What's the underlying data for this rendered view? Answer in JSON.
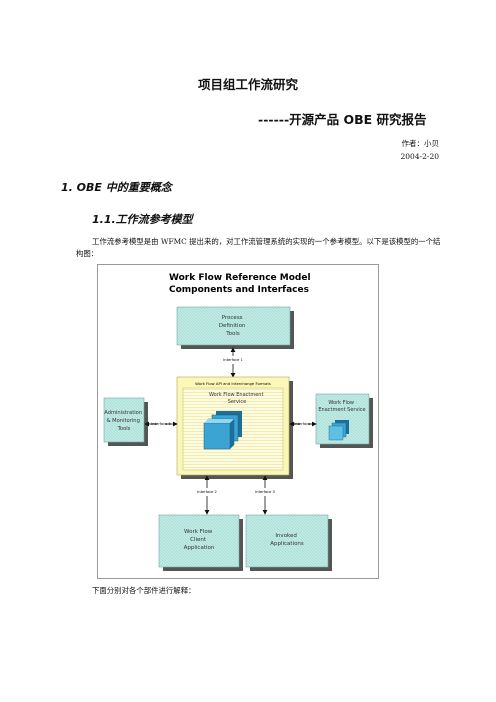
{
  "doc": {
    "title": "项目组工作流研究",
    "subtitle": "------开源产品 OBE 研究报告",
    "author": "作者：小贝",
    "date": "2004-2-20",
    "section1": "1.  OBE 中的重要概念",
    "section1_1": "1.1.工作流参考模型",
    "intro_para": "工作流参考模型是由 WFMC 提出来的，对工作流管理系统的实现的一个参考模型。以下是该模型的一个结构图：",
    "caption": "下面分别对各个部件进行解释："
  },
  "figure": {
    "title_line1": "Work Flow Reference Model",
    "title_line2": "Components and Interfaces",
    "process_definition": [
      "Process",
      "Definition",
      "Tools"
    ],
    "admin_tools": [
      "Administration",
      "& Monitoring",
      "Tools"
    ],
    "api_formats": "Work Flow API and Interchange Formats",
    "enactment_service": [
      "Work Flow Enactment",
      "Service"
    ],
    "other_enactment": [
      "Work Flow",
      "Enactment Service"
    ],
    "client_app": [
      "Work Flow",
      "Client",
      "Application"
    ],
    "invoked_app": [
      "Invoked",
      "Applications"
    ],
    "interface1": "Interface 1",
    "interface2": "Interface 2",
    "interface3": "Interface 3",
    "interface4": "Interface 4",
    "interface5": "Interface 5",
    "colors": {
      "box_fill": "#bfe9e3",
      "core_fill": "#fbf7b8",
      "cube_fill": "#3ba4d3",
      "shadow": "#555555"
    }
  }
}
